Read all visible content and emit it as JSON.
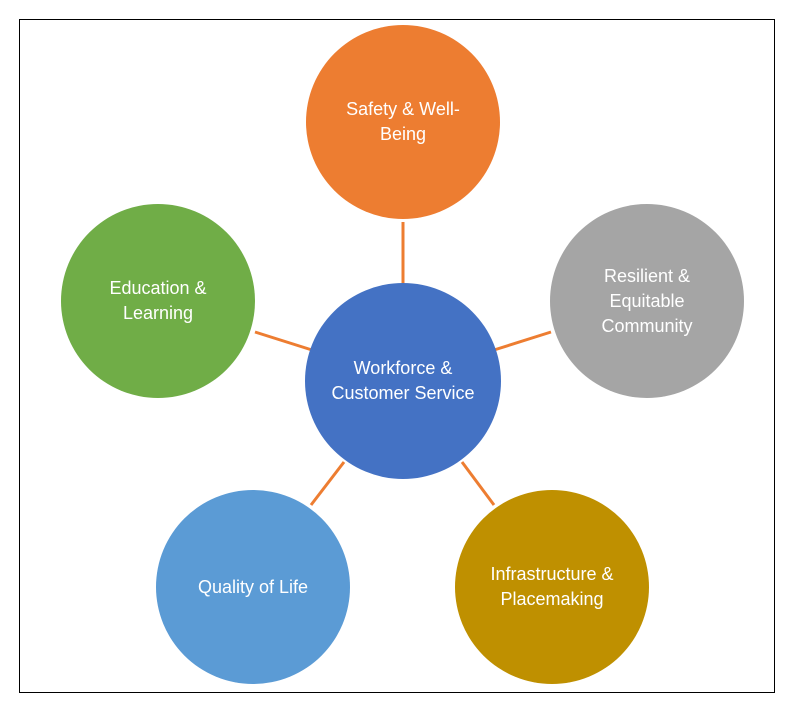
{
  "diagram": {
    "center": {
      "label": "Workforce & Customer Service",
      "color": "#4472C4"
    },
    "nodes": [
      {
        "id": "top",
        "label": "Safety & Well-Being",
        "color": "#ED7D31"
      },
      {
        "id": "left",
        "label": "Education & Learning",
        "color": "#70AD47"
      },
      {
        "id": "right",
        "label": "Resilient & Equitable Community",
        "color": "#A5A5A5"
      },
      {
        "id": "bottom-left",
        "label": "Quality of Life",
        "color": "#5B9BD5"
      },
      {
        "id": "bottom-right",
        "label": "Infrastructure & Placemaking",
        "color": "#BF9000"
      }
    ],
    "connector_color": "#ED7D31"
  }
}
